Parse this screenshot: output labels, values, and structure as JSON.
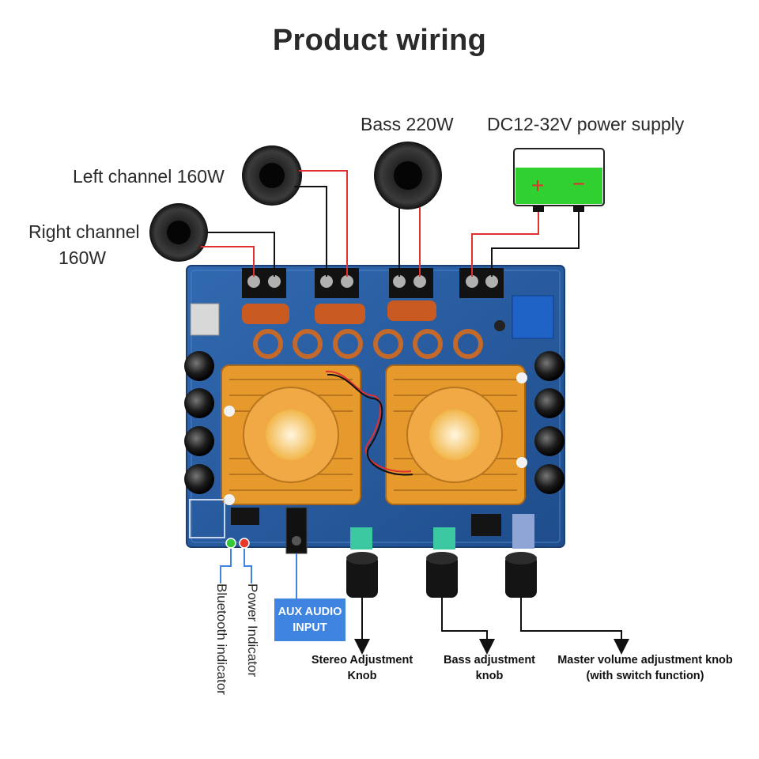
{
  "title": "Product wiring",
  "labels": {
    "left_channel": "Left channel 160W",
    "right_channel_line1": "Right channel",
    "right_channel_line2": "160W",
    "bass": "Bass 220W",
    "power_supply": "DC12-32V power supply",
    "bluetooth_indicator": "Bluetooth indicator",
    "power_indicator": "Power Indicator",
    "aux_line1": "AUX AUDIO",
    "aux_line2": "INPUT",
    "stereo_knob_line1": "Stereo Adjustment",
    "stereo_knob_line2": "Knob",
    "bass_knob_line1": "Bass adjustment",
    "bass_knob_line2": "knob",
    "master_knob_line1": "Master volume adjustment knob",
    "master_knob_line2": "(with switch function)"
  },
  "battery": {
    "plus": "+",
    "minus": "−"
  },
  "colors": {
    "board": "#2a5a9e",
    "heatsink": "#e69a2c",
    "wire_red": "#e03030",
    "wire_black": "#111111",
    "battery_green": "#2fd02f",
    "aux_box": "#3f84e0",
    "led_green": "#35c935",
    "led_red": "#e83a2a"
  }
}
